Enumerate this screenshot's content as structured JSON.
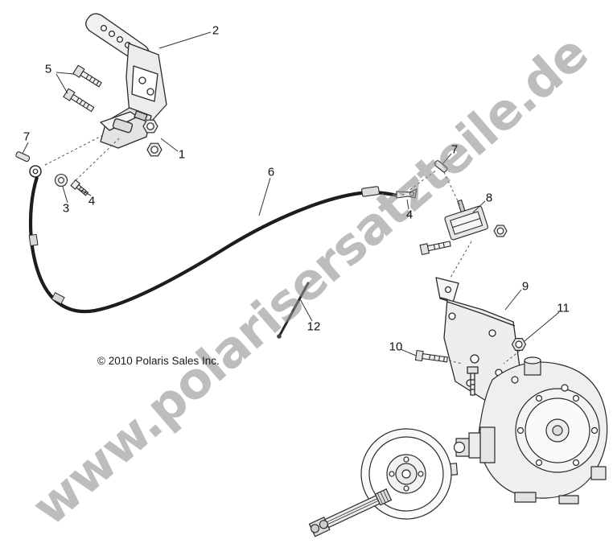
{
  "diagram": {
    "copyright": "© 2010 Polaris Sales Inc.",
    "watermark": "www.polarisersatzteile.de",
    "callouts": [
      {
        "label": "2"
      },
      {
        "label": "5"
      },
      {
        "label": "7"
      },
      {
        "label": "1"
      },
      {
        "label": "3"
      },
      {
        "label": "4"
      },
      {
        "label": "6"
      },
      {
        "label": "7"
      },
      {
        "label": "4"
      },
      {
        "label": "8"
      },
      {
        "label": "9"
      },
      {
        "label": "12"
      },
      {
        "label": "10"
      },
      {
        "label": "11"
      }
    ]
  }
}
